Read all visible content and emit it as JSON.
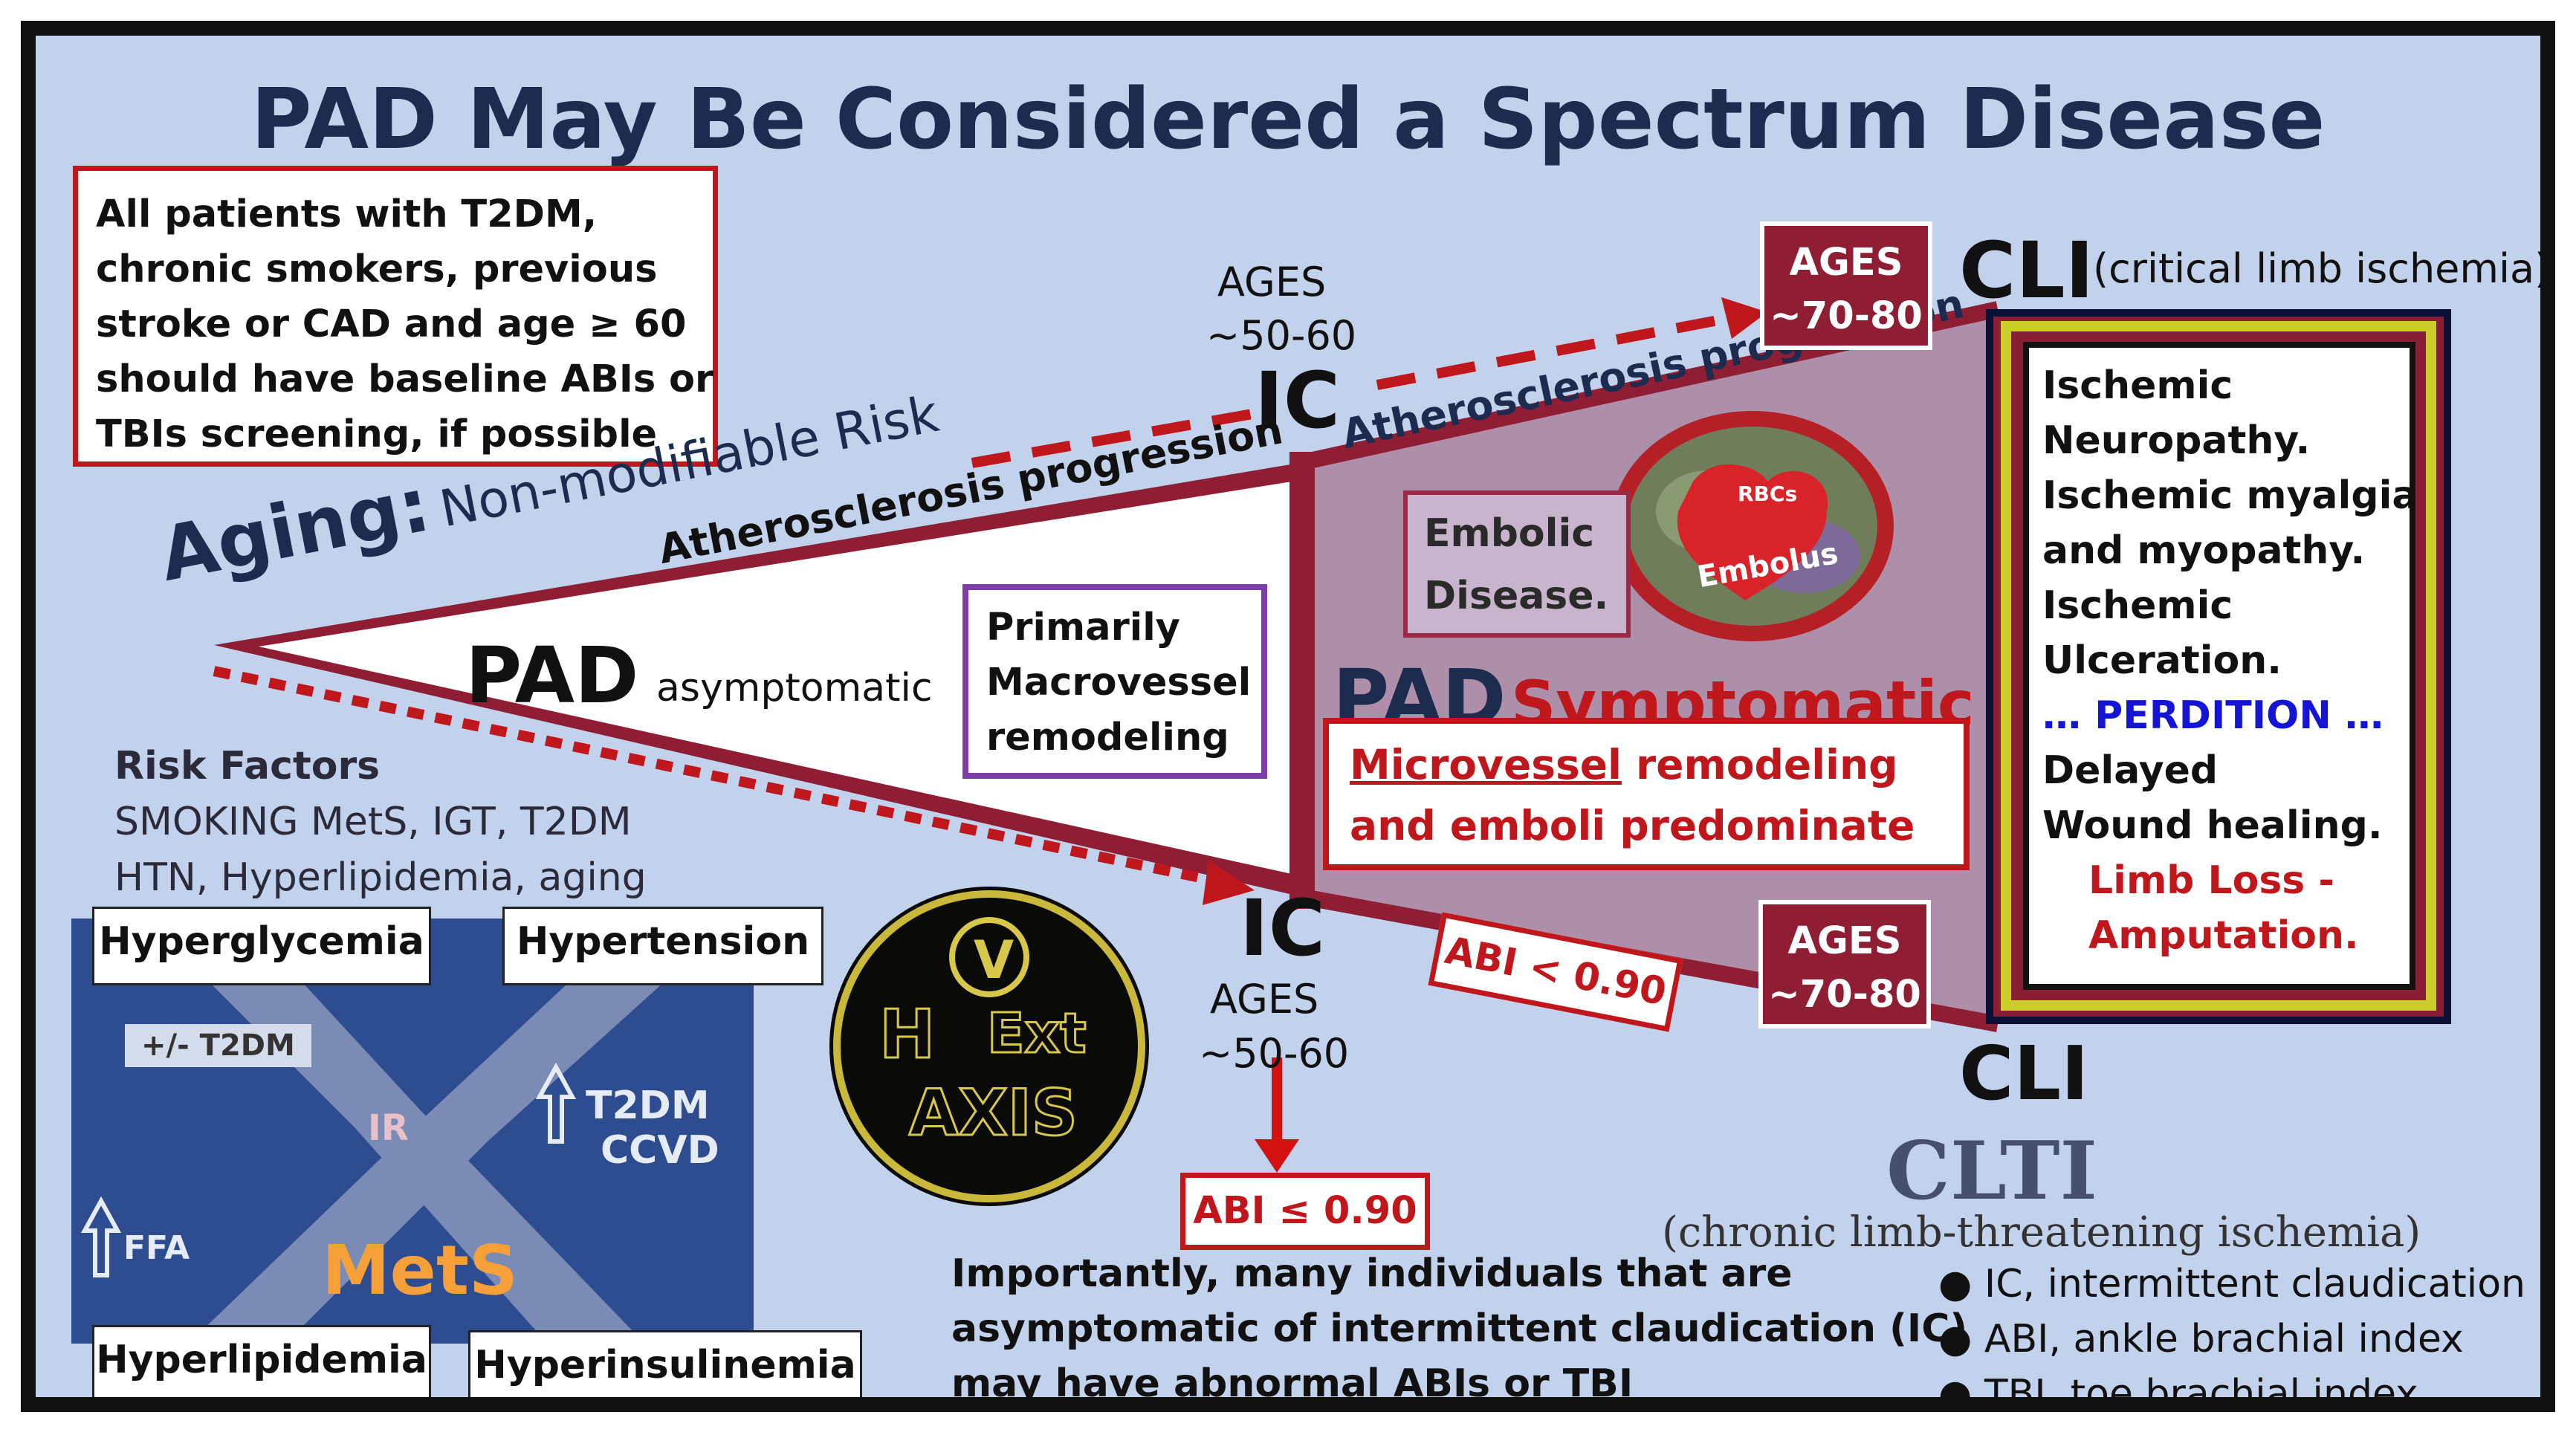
{
  "title": "PAD May Be Considered a Spectrum Disease",
  "screening_box": {
    "lines": [
      "All patients with T2DM,",
      "chronic smokers, previous",
      "stroke or CAD and age ≥ 60",
      "should have baseline ABIs or",
      "TBIs screening, if possible"
    ]
  },
  "aging": {
    "label": "Aging",
    "colon": ":",
    "subtitle": "Non-modifiable Risk"
  },
  "atherosclerosis_upper": "Atherosclerosis progression",
  "atherosclerosis_inner": "Atherosclerosis progression",
  "pad_asymptomatic": {
    "pad": "PAD",
    "label": "asymptomatic"
  },
  "macrovessel_box": {
    "lines": [
      "Primarily",
      "Macrovessel",
      "remodeling"
    ]
  },
  "ic_top": {
    "ages_label": "AGES",
    "ages_range": "~50-60",
    "ic": "IC"
  },
  "ic_bottom": {
    "ic": "IC",
    "ages_label": "AGES",
    "ages_range": "~50-60"
  },
  "ages_top_right": {
    "label": "AGES",
    "range": "~70-80"
  },
  "ages_bottom_right": {
    "label": "AGES",
    "range": "~70-80"
  },
  "embolic_box": {
    "lines": [
      "Embolic",
      "Disease."
    ]
  },
  "embolus_image": {
    "rbcs": "RBCs",
    "label": "Embolus"
  },
  "pad_symptomatic": {
    "pad": "PAD",
    "label": "Symptomatic"
  },
  "micro_box": {
    "lines": [
      "Microvessel remodeling",
      "and emboli predominate"
    ],
    "underline_word": "Microvessel"
  },
  "cli_top": {
    "abbr": "CLI",
    "full": "(critical limb ischemia)"
  },
  "cli_panel": {
    "lines": [
      "Ischemic",
      "Neuropathy.",
      "Ischemic myalgia",
      "and myopathy.",
      "Ischemic",
      "Ulceration.",
      "… PERDITION …",
      "Delayed",
      "Wound healing.",
      "Limb Loss -",
      "Amputation."
    ]
  },
  "abi_diagonal": "ABI < 0.90",
  "abi_bottom": "ABI ≤ 0.90",
  "cli_bottom": "CLI",
  "clti": {
    "abbr": "CLTI",
    "full": "(chronic limb-threatening ischemia)"
  },
  "risk_factors": {
    "heading": "Risk Factors",
    "line1": "SMOKING MetS, IGT, T2DM",
    "line2": "HTN, Hyperlipidemia, aging"
  },
  "mets_diagram": {
    "hyperglycemia": "Hyperglycemia",
    "hypertension": "Hypertension",
    "hyperlipidemia": "Hyperlipidemia",
    "hyperinsulinemia": "Hyperinsulinemia",
    "t2dm_tag": "+/-  T2DM",
    "ir": "IR",
    "ffa": "FFA",
    "t2dm_ccvd_1": "T2DM",
    "t2dm_ccvd_2": "CCVD",
    "mets": "MetS"
  },
  "axis_medallion": {
    "v": "V",
    "h": "H",
    "ext": "Ext",
    "axis": "AXIS"
  },
  "bottom_note": {
    "lines": [
      "Importantly, many individuals that are",
      "asymptomatic of intermittent claudication (IC)",
      "may have abnormal ABIs or TBI"
    ]
  },
  "legend": [
    "IC, intermittent claudication",
    "ABI, ankle brachial index",
    "TBI, toe brachial index"
  ],
  "colors": {
    "background": "#c2d2ed",
    "maroon": "#8f1e35",
    "red": "#c0171c",
    "navy": "#1c2b4e",
    "purple": "#7b3fa7",
    "perdition_blue": "#1414d4"
  }
}
